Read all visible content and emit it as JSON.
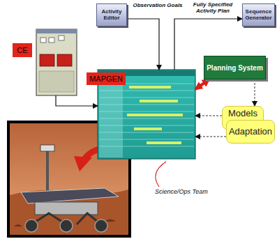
{
  "diagram": {
    "nodes": [
      {
        "text": [
          "Activity Editor"
        ]
      },
      {
        "text": [
          "Sequence Generator"
        ]
      },
      {
        "text": [
          "CE"
        ]
      },
      {
        "text": [
          "MAPGEN"
        ]
      },
      {
        "text": [
          "Planning System"
        ]
      },
      {
        "text": [
          "Models"
        ]
      },
      {
        "text": [
          "Adaptation"
        ]
      }
    ],
    "edges": [
      {
        "from": 0,
        "to": 3,
        "label": "Observation Goals",
        "arrow": "to"
      },
      {
        "from": 3,
        "to": 1,
        "label": "Fully Specified Activity Plan",
        "arrow": "to"
      },
      {
        "from": 2,
        "to": 3,
        "arrow": "to"
      },
      {
        "from": 4,
        "to": 3,
        "arrow": "both"
      },
      {
        "from": 4,
        "to": 5,
        "arrow": "to"
      },
      {
        "from": 5,
        "to": 3,
        "arrow": "to"
      },
      {
        "from": 6,
        "to": 3,
        "arrow": "to"
      }
    ],
    "labels": [
      "Science/Ops Team"
    ]
  }
}
